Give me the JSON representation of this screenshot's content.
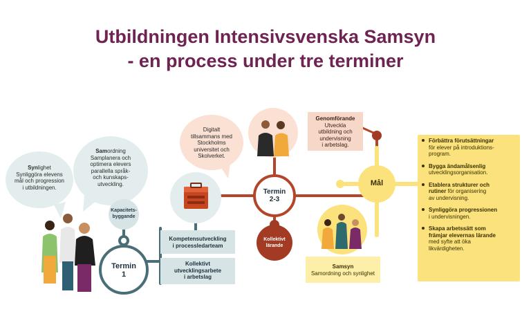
{
  "title": {
    "line1": "Utbildningen Intensivsvenska Samsyn",
    "line2": "- en process under tre terminer"
  },
  "bubbles": {
    "synlighet": {
      "bold": "Syn",
      "rest_first": "lighet",
      "lines": [
        "Synliggöra elevens",
        "mål och progression",
        "i utbildningen."
      ]
    },
    "samordning": {
      "bold": "Sam",
      "rest_first": "ordning",
      "lines": [
        "Samplanera och",
        "optimera elevers",
        "parallella språk-",
        "och kunskaps-",
        "utveckling."
      ]
    },
    "digitalt": {
      "lines": [
        "Digitalt",
        "tillsammans med",
        "Stockholms",
        "universitet och",
        "Skolverket."
      ]
    }
  },
  "nodes": {
    "kapacitet": [
      "Kapacitets-",
      "byggande"
    ],
    "termin1": [
      "Termin",
      "1"
    ],
    "termin23": [
      "Termin",
      "2-3"
    ],
    "kollektivt_larande": [
      "Kollektivt",
      "lärande"
    ],
    "mal": "Mål"
  },
  "boxes": {
    "kompetens": [
      "Kompetensutveckling",
      "i processledarteam"
    ],
    "kollektivt_arbete": [
      "Kollektivt",
      "utvecklingsarbete",
      "i arbetslag"
    ],
    "genomforande": {
      "title": "Genomförande",
      "lines": [
        "Utveckla",
        "utbildning och",
        "undervisning",
        "i arbetslag."
      ]
    },
    "samsyn": {
      "title": "Samsyn",
      "line": "Samordning och synlighet"
    }
  },
  "goals": [
    {
      "bold": [
        "Förbättra förutsättningar"
      ],
      "rest": [
        "för elever på introduktions-",
        "program."
      ]
    },
    {
      "bold": [
        "Bygga ändamålsenlig"
      ],
      "rest": [
        "utvecklingsorganisation."
      ]
    },
    {
      "bold": [
        "Etablera strukturer och",
        "rutiner"
      ],
      "rest_inline": " för organisering",
      "rest": [
        "av undervisning."
      ]
    },
    {
      "bold": [
        "Synliggöra progressionen"
      ],
      "rest": [
        "i undervisningen."
      ]
    },
    {
      "bold": [
        "Skapa arbetssätt som",
        "främjar elevernas lärande"
      ],
      "rest": [
        "med syfte att öka",
        "likvärdigheten."
      ]
    }
  ],
  "colors": {
    "title": "#6e2352",
    "bubble_light": "#e3eded",
    "bubble_peach": "#fbe0d4",
    "line_teal": "#4a6e78",
    "line_rust": "#b2452a",
    "box_teal": "#d6e4e6",
    "box_peach": "#f7d8c8",
    "yellow": "#fbe27c",
    "yellow_light": "#fdeea8",
    "dark_red": "#a33a23"
  },
  "icons": [
    "people-group-icon",
    "toolbox-icon",
    "two-people-icon",
    "team-icon"
  ]
}
